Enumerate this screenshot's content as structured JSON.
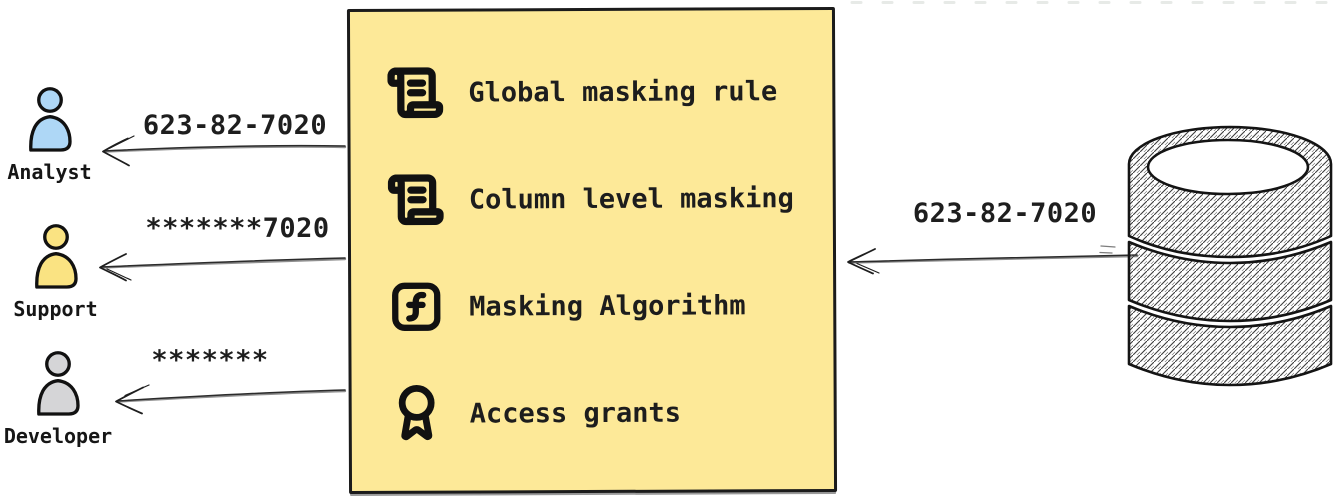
{
  "personas": [
    {
      "label": "Analyst",
      "received_value": "623-82-7020",
      "fill": "#aed7f6"
    },
    {
      "label": "Support",
      "received_value": "*******7020",
      "fill": "#fae382"
    },
    {
      "label": "Developer",
      "received_value": "*******",
      "fill": "#d5d5d7"
    }
  ],
  "masking_box": {
    "background": "#fde998",
    "border_color": "#1b1b1b",
    "items": [
      {
        "label": "Global masking rule",
        "icon": "scroll-text-icon"
      },
      {
        "label": "Column level masking",
        "icon": "scroll-text-icon"
      },
      {
        "label": "Masking Algorithm",
        "icon": "function-square-icon"
      },
      {
        "label": "Access grants",
        "icon": "award-icon"
      }
    ]
  },
  "database": {
    "icon": "database-icon",
    "outbound_value": "623-82-7020"
  }
}
